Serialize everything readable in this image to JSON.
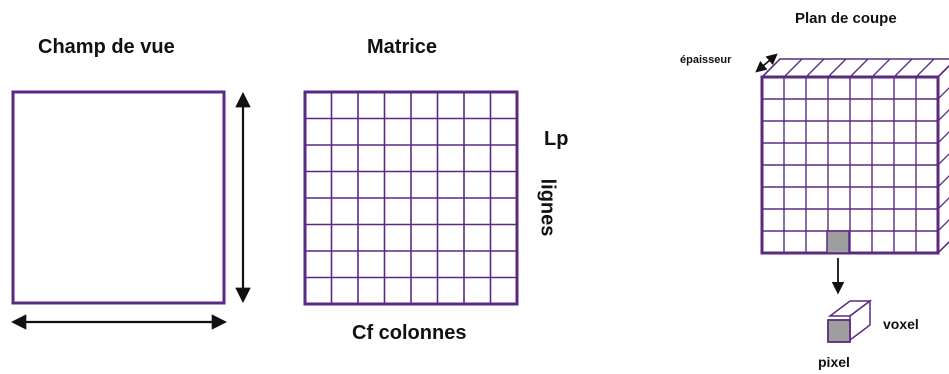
{
  "labels": {
    "champ_de_vue": "Champ de vue",
    "matrice": "Matrice",
    "plan_de_coupe": "Plan de coupe",
    "epaisseur": "épaisseur",
    "lp": "Lp",
    "lignes": "lignes",
    "cf_colonnes": "Cf colonnes",
    "voxel": "voxel",
    "pixel": "pixel"
  },
  "colors": {
    "frame": "#5a2a82",
    "grid": "#5a2a82",
    "arrow": "#111111",
    "pixel_fill": "#9e9e9e"
  }
}
